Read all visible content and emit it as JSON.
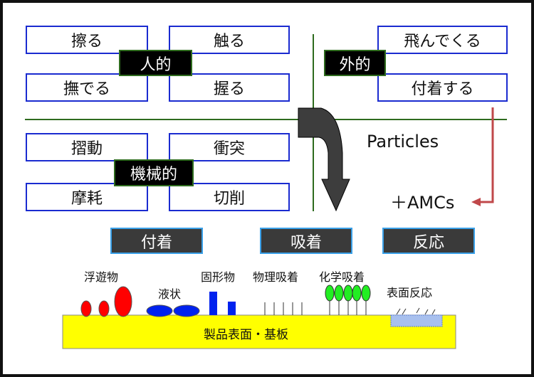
{
  "human": {
    "label": "人的",
    "items": [
      "擦る",
      "触る",
      "撫でる",
      "握る"
    ]
  },
  "external": {
    "label": "外的",
    "items": [
      "飛んでくる",
      "付着する"
    ]
  },
  "mechanical": {
    "label": "機械的",
    "items": [
      "摺動",
      "衝突",
      "摩耗",
      "切削"
    ]
  },
  "particles": "Particles",
  "amcs": "＋AMCs",
  "categories": [
    "付着",
    "吸着",
    "反応"
  ],
  "bottom": {
    "types": [
      "浮遊物",
      "液状",
      "固形物",
      "物理吸着",
      "化学吸着",
      "表面反応"
    ],
    "substrate": "製品表面・基板"
  },
  "colors": {
    "box_border": "#1a2bd0",
    "line": "#2e6b1e",
    "red_arrow": "#c0484a",
    "substrate": "#ffff00"
  }
}
